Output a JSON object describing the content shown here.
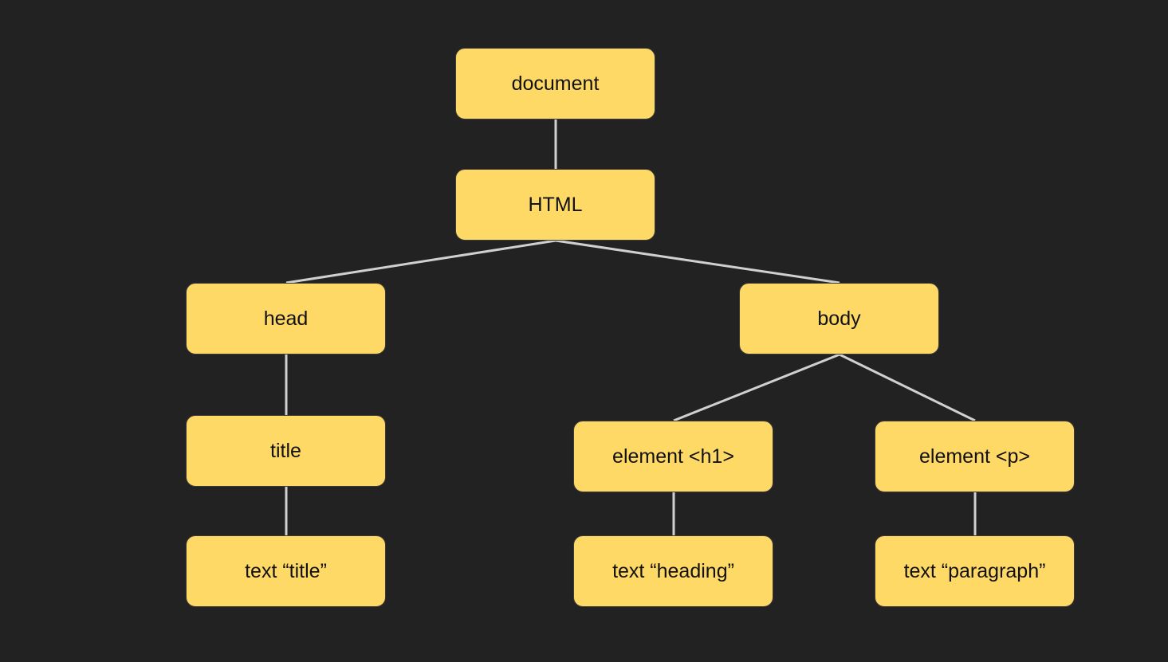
{
  "diagram": {
    "type": "tree",
    "nodes": [
      {
        "id": "document",
        "label": "document"
      },
      {
        "id": "html",
        "label": "HTML"
      },
      {
        "id": "head",
        "label": "head"
      },
      {
        "id": "body",
        "label": "body"
      },
      {
        "id": "title",
        "label": "title"
      },
      {
        "id": "h1",
        "label": "element <h1>"
      },
      {
        "id": "p",
        "label": "element <p>"
      },
      {
        "id": "text_title",
        "label": "text “title”"
      },
      {
        "id": "text_heading",
        "label": "text “heading”"
      },
      {
        "id": "text_paragraph",
        "label": "text “paragraph”"
      }
    ],
    "edges": [
      {
        "from": "document",
        "to": "html"
      },
      {
        "from": "html",
        "to": "head"
      },
      {
        "from": "html",
        "to": "body"
      },
      {
        "from": "head",
        "to": "title"
      },
      {
        "from": "title",
        "to": "text_title"
      },
      {
        "from": "body",
        "to": "h1"
      },
      {
        "from": "body",
        "to": "p"
      },
      {
        "from": "h1",
        "to": "text_heading"
      },
      {
        "from": "p",
        "to": "text_paragraph"
      }
    ]
  },
  "colors": {
    "background": "#222222",
    "node_fill": "#ffd966",
    "edge": "#d0d0d0"
  }
}
